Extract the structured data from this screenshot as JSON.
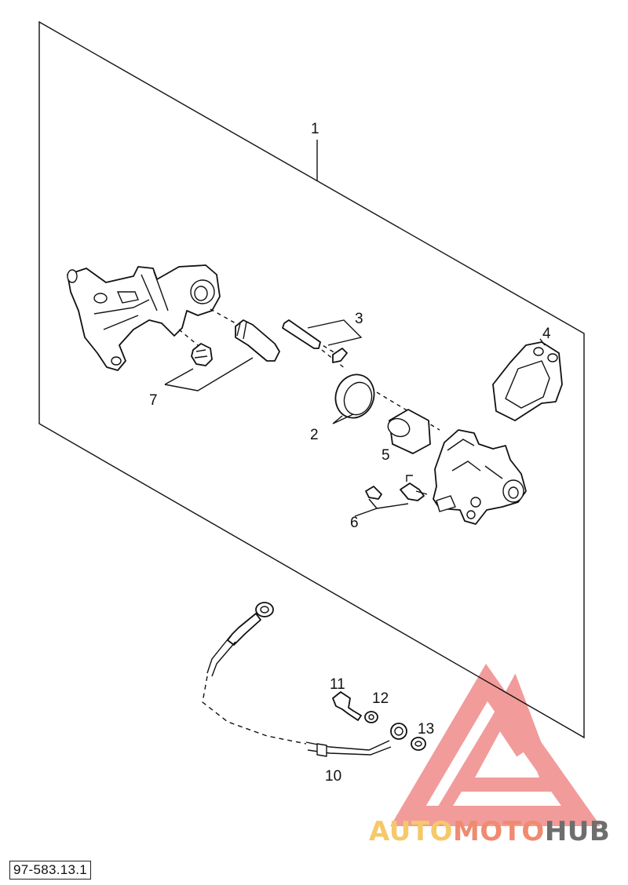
{
  "document_code": "97-583.13.1",
  "callouts": [
    {
      "id": "1",
      "label": "1"
    },
    {
      "id": "2",
      "label": "2"
    },
    {
      "id": "3",
      "label": "3"
    },
    {
      "id": "4",
      "label": "4"
    },
    {
      "id": "5",
      "label": "5"
    },
    {
      "id": "6",
      "label": "6"
    },
    {
      "id": "7",
      "label": "7"
    },
    {
      "id": "10",
      "label": "10"
    },
    {
      "id": "11",
      "label": "11"
    },
    {
      "id": "12",
      "label": "12"
    },
    {
      "id": "13",
      "label": "13"
    }
  ],
  "watermark": {
    "part1": "AUTO",
    "part2": "MOTO",
    "part3": "HUB",
    "color_light": "#f5c86a",
    "color_mid": "#f08a70",
    "color_dark": "#6e6e6e"
  }
}
